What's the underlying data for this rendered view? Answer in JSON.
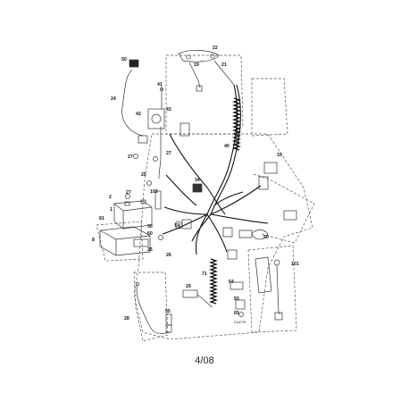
{
  "diagram": {
    "part_labels": [
      "22",
      "19",
      "21",
      "50",
      "41",
      "43",
      "42",
      "24",
      "40",
      "27",
      "27",
      "25",
      "33",
      "34",
      "2",
      "27",
      "1",
      "103",
      "81",
      "8",
      "30",
      "60",
      "50",
      "59",
      "101",
      "26",
      "71",
      "28",
      "54",
      "93",
      "65",
      "29",
      "55",
      "26",
      "CA4778"
    ],
    "footer_text": "4/08"
  }
}
